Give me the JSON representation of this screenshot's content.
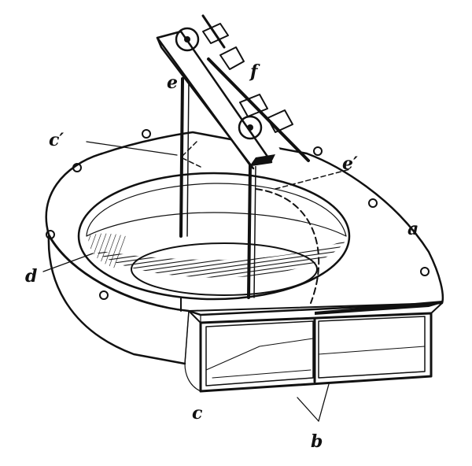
{
  "labels": {
    "a": "a",
    "b": "b",
    "c": "c",
    "c_prime": "c′",
    "d": "d",
    "e": "e",
    "e_prime": "e′",
    "f": "f"
  },
  "colors": {
    "ink": "#111111",
    "paper": "#ffffff"
  }
}
